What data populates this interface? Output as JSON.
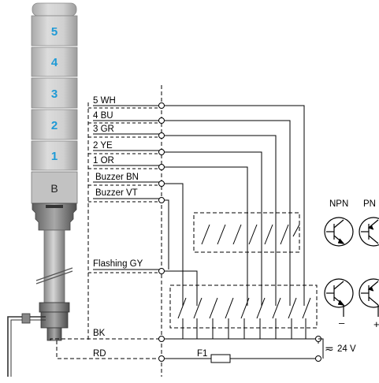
{
  "tower": {
    "segments": [
      "5",
      "4",
      "3",
      "2",
      "1"
    ],
    "buzzer_label": "B"
  },
  "wires": {
    "w1": "5 WH",
    "w2": "4 BU",
    "w3": "3 GR",
    "w4": "2 YE",
    "w5": "1 OR",
    "w6": "Buzzer BN",
    "w7": "Buzzer VT",
    "flashing": "Flashing GY",
    "bk": "BK",
    "rd": "RD"
  },
  "fuse_label": "F1",
  "supply_label": "24 V",
  "supply_symbol": "≂",
  "transistor_labels": {
    "npn": "NPN",
    "pnp_partial": "PN",
    "minus": "–",
    "plus": "+"
  },
  "colors": {
    "segment_fill": "#c8c8c8",
    "segment_label": "#1e9ad6",
    "line": "#000000"
  }
}
